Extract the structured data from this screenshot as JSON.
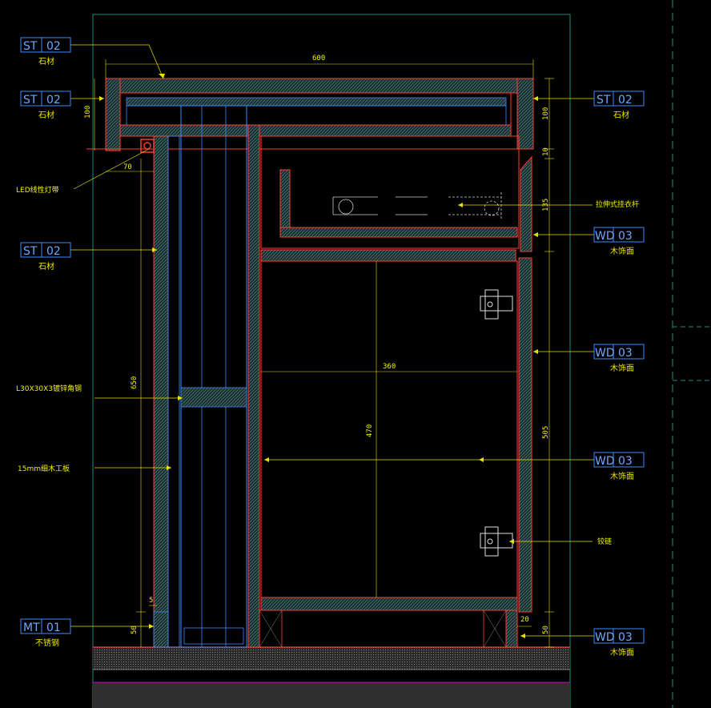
{
  "tags": [
    {
      "code": "ST",
      "num": "02",
      "sub": "石材"
    },
    {
      "code": "ST",
      "num": "02",
      "sub": "石材"
    },
    {
      "code": "ST",
      "num": "02",
      "sub": "石材"
    },
    {
      "code": "MT",
      "num": "01",
      "sub": "不锈钢"
    },
    {
      "code": "ST",
      "num": "02",
      "sub": "石材"
    },
    {
      "code": "WD",
      "num": "03",
      "sub": "木饰面"
    },
    {
      "code": "WD",
      "num": "03",
      "sub": "木饰面"
    },
    {
      "code": "WD",
      "num": "03",
      "sub": "木饰面"
    },
    {
      "code": "WD",
      "num": "03",
      "sub": "木饰面"
    }
  ],
  "notes": {
    "led": "LED线性灯带",
    "angle_steel": "L30X30X3镀锌角钢",
    "board": "15mm细木工板",
    "rail": "拉伸式挂衣杆",
    "hinge": "铰链"
  },
  "dimensions": {
    "d600": "600",
    "d100_left": "100",
    "d100_right": "100",
    "d70": "70",
    "d10": "10",
    "d135": "135",
    "d650": "650",
    "d360": "360",
    "d470": "470",
    "d505": "505",
    "d5": "5",
    "d50_left": "50",
    "d50_right": "50",
    "d20": "20"
  }
}
